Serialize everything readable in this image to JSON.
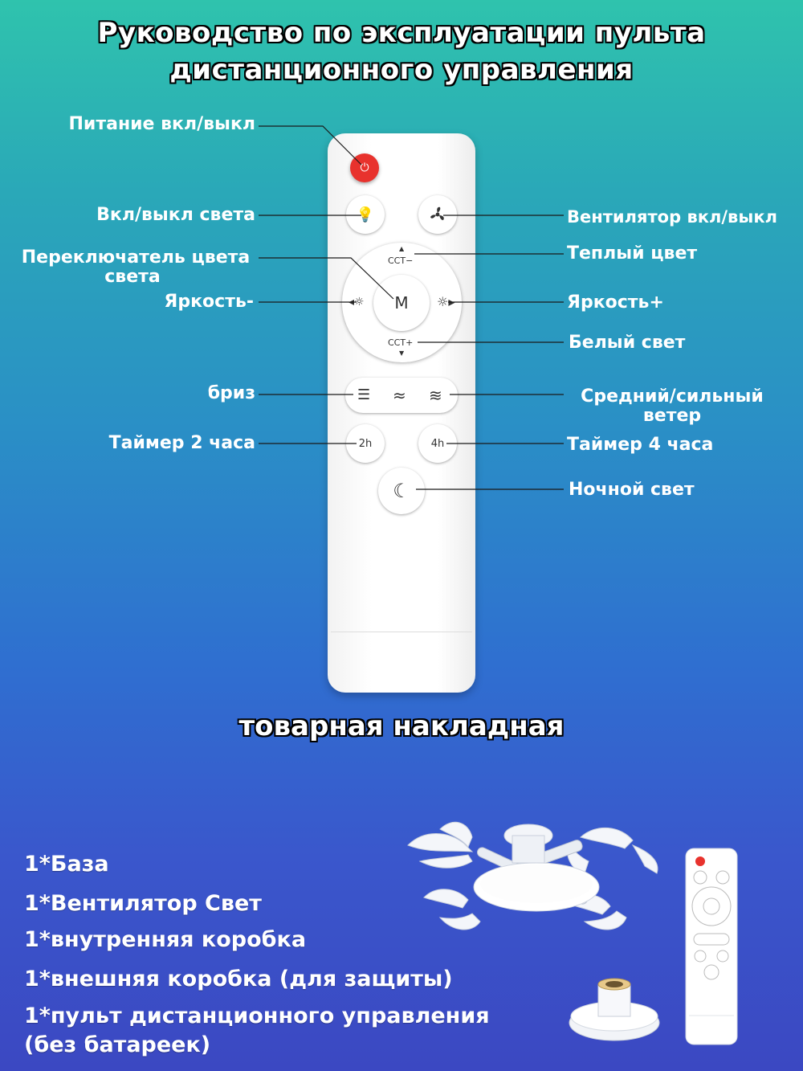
{
  "title": {
    "line1": "Руководство по эксплуатации пульта",
    "line2": "дистанционного управления"
  },
  "labels": {
    "power": "Питание вкл/выкл",
    "light_toggle": "Вкл/выкл света",
    "fan_toggle": "Вентилятор вкл/выкл",
    "color_switch_line1": "Переключатель цвета",
    "color_switch_line2": "света",
    "warm": "Теплый цвет",
    "brightness_minus": "Яркость-",
    "brightness_plus": "Яркость+",
    "white": "Белый свет",
    "breeze": "бриз",
    "wind_line1": "Средний/сильный",
    "wind_line2": "ветер",
    "timer2": "Таймер 2 часа",
    "timer4": "Таймер 4 часа",
    "night": "Ночной свет"
  },
  "remote_buttons": {
    "mode": "M",
    "cct_minus": "CCT−",
    "cct_plus": "CCT+",
    "timer2": "2h",
    "timer4": "4h"
  },
  "section_title": "товарная накладная",
  "package": [
    "1*База",
    "1*Вентилятор Свет",
    "1*внутренняя коробка",
    "1*внешняя коробка (для защиты)",
    "1*пульт дистанционного управления",
    "(без батареек)"
  ]
}
